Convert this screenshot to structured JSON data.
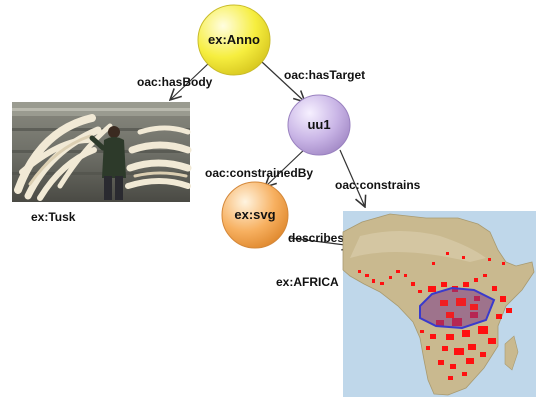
{
  "nodes": {
    "anno": {
      "label": "ex:Anno",
      "fill": "#f6ee3f"
    },
    "uu1": {
      "label": "uu1",
      "fill": "#c9b5e6"
    },
    "svg": {
      "label": "ex:svg",
      "fill": "#f7b060"
    }
  },
  "edges": {
    "has_body": "oac:hasBody",
    "has_target": "oac:hasTarget",
    "constrained_by": "oac:constrainedBy",
    "constrains": "oac:constrains",
    "describes": "describes"
  },
  "images": {
    "tusk_caption": "ex:Tusk",
    "africa_caption": "ex:AFRICA"
  },
  "colors": {
    "edge": "#333333",
    "range_points": "#ff1010",
    "region_fill": "#7a3a8a",
    "region_stroke": "#3a3acc",
    "land": "#c9b98f",
    "sea": "#bfd7ea"
  }
}
